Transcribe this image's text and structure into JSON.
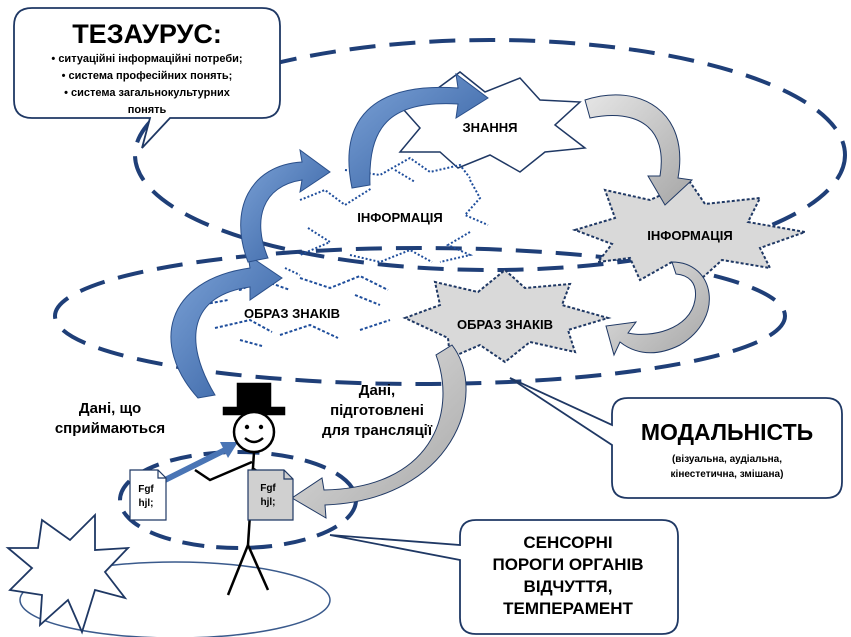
{
  "thesaurus": {
    "title": "ТЕЗАУРУС:",
    "items": [
      "• ситуаційні інформаційні потреби;",
      "• система професійних понять;",
      "• система загальнокультурних",
      "понять"
    ]
  },
  "nodes": {
    "knowledge": "ЗНАННЯ",
    "information_left": "ІНФОРМАЦІЯ",
    "information_right": "ІНФОРМАЦІЯ",
    "sign_image_left": "ОБРАЗ ЗНАКІВ",
    "sign_image_right": "ОБРАЗ ЗНАКІВ"
  },
  "data_perceived": [
    "Дані, що",
    "сприймаються"
  ],
  "data_prepared": [
    "Дані,",
    "підготовлені",
    "для  трансляції"
  ],
  "documents": {
    "left": [
      "Fgf",
      "hjl;"
    ],
    "right": [
      "Fgf",
      "hjl;"
    ]
  },
  "modality": {
    "title": "МОДАЛЬНІСТЬ",
    "items": [
      "(візуальна, аудіальна,",
      "кінестетична, змішана)"
    ]
  },
  "sensory": [
    "СЕНСОРНІ",
    "ПОРОГИ ОРГАНІВ",
    "ВІДЧУТТЯ,",
    "ТЕМПЕРАМЕНТ"
  ],
  "colors": {
    "dash_blue": "#1f3f78",
    "arrow_blue": "#4a75b5",
    "arrow_grey": "#bfbfbf",
    "star_fill": "#d9d9d9",
    "outline": "#1f3864"
  }
}
